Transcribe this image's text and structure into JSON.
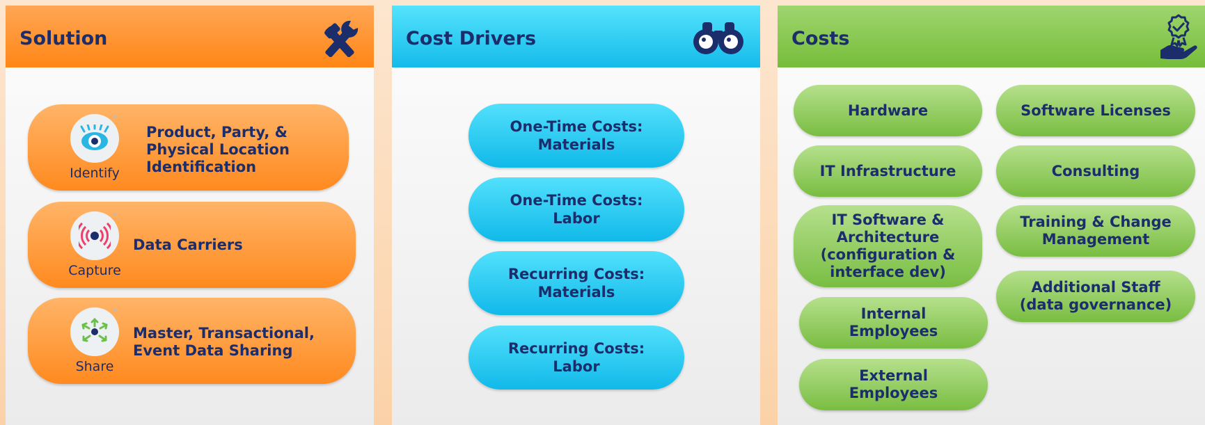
{
  "panels": {
    "solution": {
      "title": "Solution",
      "header_color": "#ff8a1f",
      "icon": "tools-icon",
      "items": [
        {
          "caption": "Identify",
          "label": "Product, Party, &\nPhysical Location\nIdentification",
          "icon": "eye-icon"
        },
        {
          "caption": "Capture",
          "label": "Data Carriers",
          "icon": "signal-target-icon"
        },
        {
          "caption": "Share",
          "label": "Master, Transactional,\nEvent Data Sharing",
          "icon": "share-arrows-icon"
        }
      ]
    },
    "cost_drivers": {
      "title": "Cost Drivers",
      "header_color": "#22c4ef",
      "icon": "binoculars-icon",
      "items": [
        {
          "label": "One-Time Costs:\nMaterials"
        },
        {
          "label": "One-Time Costs:\nLabor"
        },
        {
          "label": "Recurring Costs:\nMaterials"
        },
        {
          "label": "Recurring Costs:\nLabor"
        }
      ]
    },
    "costs": {
      "title": "Costs",
      "header_color": "#7cc242",
      "icon": "hand-award-icon",
      "left_items": [
        {
          "label": "Hardware"
        },
        {
          "label": "IT Infrastructure"
        },
        {
          "label": "IT Software &\nArchitecture\n(configuration &\ninterface dev)"
        },
        {
          "label": "Internal\nEmployees"
        },
        {
          "label": "External\nEmployees"
        }
      ],
      "right_items": [
        {
          "label": "Software Licenses"
        },
        {
          "label": "Consulting"
        },
        {
          "label": "Training & Change\nManagement"
        },
        {
          "label": "Additional Staff\n(data governance)"
        }
      ]
    }
  },
  "colors": {
    "title_text": "#1c2d6b",
    "orange": "#ff8a1f",
    "blue": "#11b9e9",
    "green": "#79bd42"
  }
}
